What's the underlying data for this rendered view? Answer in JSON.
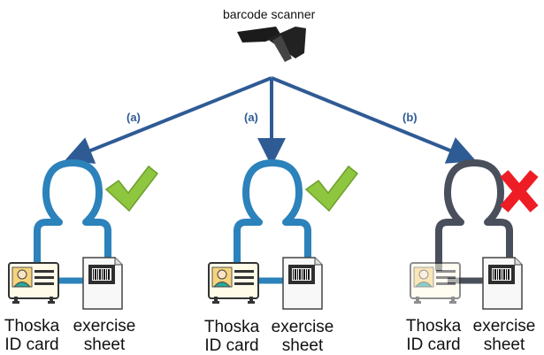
{
  "scanner": {
    "label": "barcode scanner",
    "icon": "barcode-scanner-icon"
  },
  "colors": {
    "arrow": "#2f5b95",
    "figure_ok": "#2c82bb",
    "figure_fail": "#4a4f5c",
    "check": "#8ec63f",
    "cross": "#ee1c24"
  },
  "branches": [
    {
      "label": "(a)",
      "status": "accepted",
      "status_icon": "checkmark-icon",
      "card_label": [
        "Thoska",
        "ID card"
      ],
      "sheet_label": [
        "exercise",
        "sheet"
      ]
    },
    {
      "label": "(a)",
      "status": "accepted",
      "status_icon": "checkmark-icon",
      "card_label": [
        "Thoska",
        "ID card"
      ],
      "sheet_label": [
        "exercise",
        "sheet"
      ]
    },
    {
      "label": "(b)",
      "status": "rejected",
      "status_icon": "cross-icon",
      "card_label": [
        "Thoska",
        "ID card"
      ],
      "sheet_label": [
        "exercise",
        "sheet"
      ]
    }
  ]
}
